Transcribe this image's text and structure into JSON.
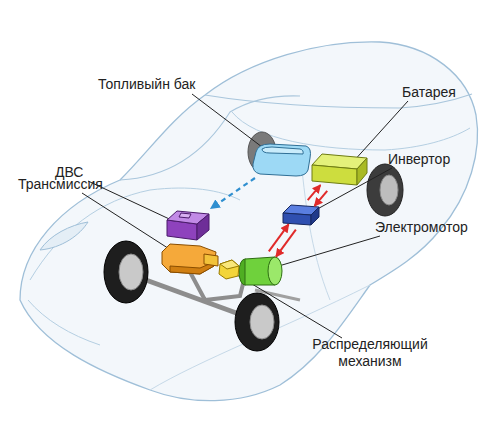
{
  "diagram": {
    "nodes": [
      {
        "text": [
          "Топливыйн бак"
        ]
      },
      {
        "text": [
          "Батарея"
        ]
      },
      {
        "text": [
          "ДВС"
        ]
      },
      {
        "text": [
          "Инвертор"
        ]
      },
      {
        "text": [
          "Трансмиссия"
        ]
      },
      {
        "text": [
          "Электромотор"
        ]
      },
      {
        "text": [
          "Распределяющий механизм"
        ]
      }
    ],
    "edges": [
      {
        "from": 0,
        "to": 2,
        "arrow": "to"
      },
      {
        "from": 1,
        "to": 3,
        "arrow": "to"
      },
      {
        "from": 3,
        "to": 1,
        "arrow": "to"
      },
      {
        "from": 3,
        "to": 5,
        "arrow": "to"
      },
      {
        "from": 5,
        "to": 3,
        "arrow": "to"
      }
    ]
  }
}
